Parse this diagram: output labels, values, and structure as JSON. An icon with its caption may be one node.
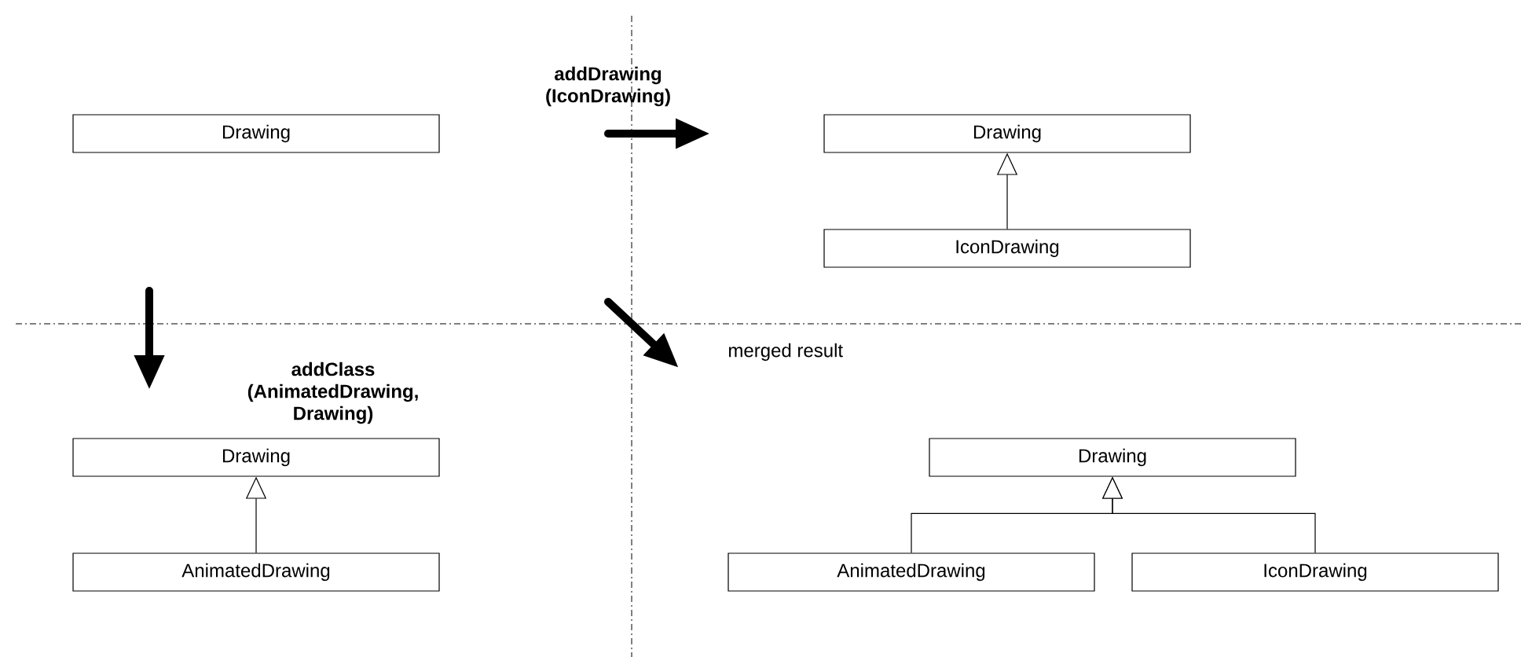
{
  "diagram": {
    "nodes": [
      {
        "text": [
          "Drawing"
        ]
      },
      {
        "text": [
          "Drawing"
        ]
      },
      {
        "text": [
          "IconDrawing"
        ]
      },
      {
        "text": [
          "Drawing"
        ]
      },
      {
        "text": [
          "AnimatedDrawing"
        ]
      },
      {
        "text": [
          "Drawing"
        ]
      },
      {
        "text": [
          "AnimatedDrawing"
        ]
      },
      {
        "text": [
          "IconDrawing"
        ]
      }
    ],
    "edges": [
      {
        "from": 2,
        "to": 1,
        "arrow": "to"
      },
      {
        "from": 4,
        "to": 3,
        "arrow": "to"
      },
      {
        "from": 6,
        "to": 5,
        "arrow": "to"
      },
      {
        "from": 7,
        "to": 5,
        "arrow": "to"
      }
    ],
    "labels": [
      "addDrawing (IconDrawing)",
      "addClass (AnimatedDrawing, Drawing)",
      "merged result"
    ]
  }
}
